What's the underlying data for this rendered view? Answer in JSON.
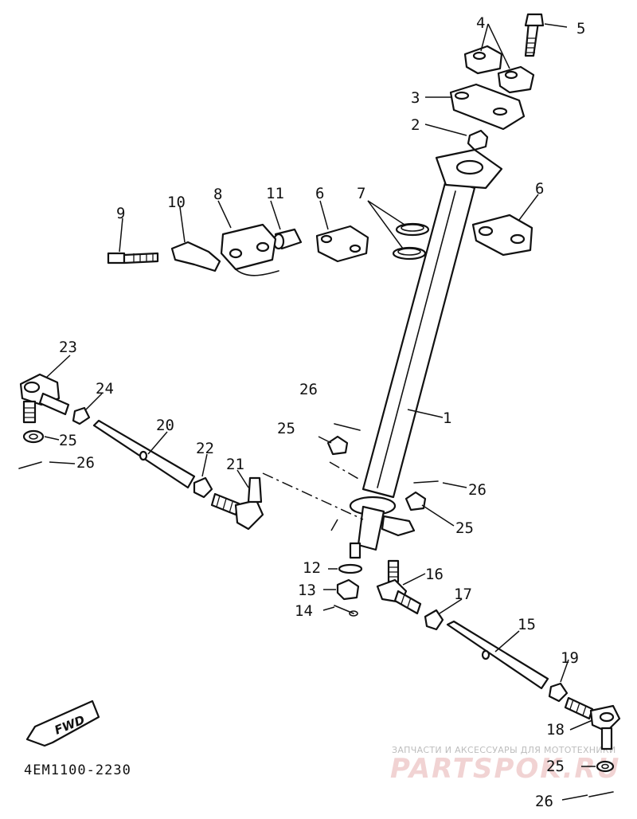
{
  "diagram": {
    "part_code": "4EM1100-2230",
    "fwd_label": "FWD",
    "callouts": {
      "c1": "1",
      "c2": "2",
      "c3": "3",
      "c4": "4",
      "c5": "5",
      "c6a": "6",
      "c6b": "6",
      "c7": "7",
      "c8": "8",
      "c9": "9",
      "c10": "10",
      "c11": "11",
      "c12": "12",
      "c13": "13",
      "c14": "14",
      "c15": "15",
      "c16": "16",
      "c17": "17",
      "c18": "18",
      "c19": "19",
      "c20": "20",
      "c21": "21",
      "c22": "22",
      "c23": "23",
      "c24": "24",
      "c25a": "25",
      "c25b": "25",
      "c25c": "25",
      "c25d": "25",
      "c26a": "26",
      "c26b": "26",
      "c26c": "26",
      "c26d": "26"
    }
  },
  "watermark": {
    "tagline": "ЗАПЧАСТИ И АКСЕССУАРЫ ДЛЯ МОТОТЕХНИКИ",
    "logo": "PARTSPOK.RU"
  }
}
